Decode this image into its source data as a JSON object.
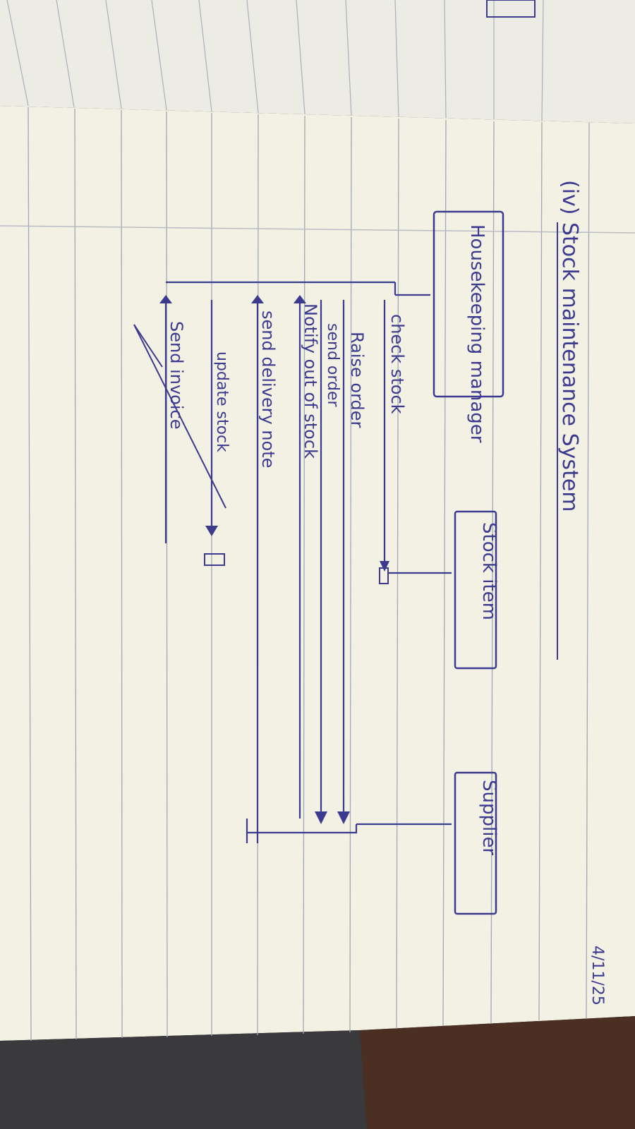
{
  "heading": {
    "number": "(iv)",
    "title": "Stock maintenance System",
    "date": "4/11/25"
  },
  "participants": [
    {
      "label": "Housekeeping manager"
    },
    {
      "label": "Stock item"
    },
    {
      "label": "Supplier"
    }
  ],
  "messages": [
    {
      "label": "check stock"
    },
    {
      "label": "Raise order"
    },
    {
      "label": "send order"
    },
    {
      "label": "Notify out of stock"
    },
    {
      "label": "send delivery note"
    },
    {
      "label": "update stock"
    },
    {
      "label": "Send invoice"
    }
  ],
  "colors": {
    "ink": "#3c3a8f",
    "paper": "#f3f2e6",
    "rule_line": "#9aa4b0",
    "desk": "#2b2420"
  }
}
